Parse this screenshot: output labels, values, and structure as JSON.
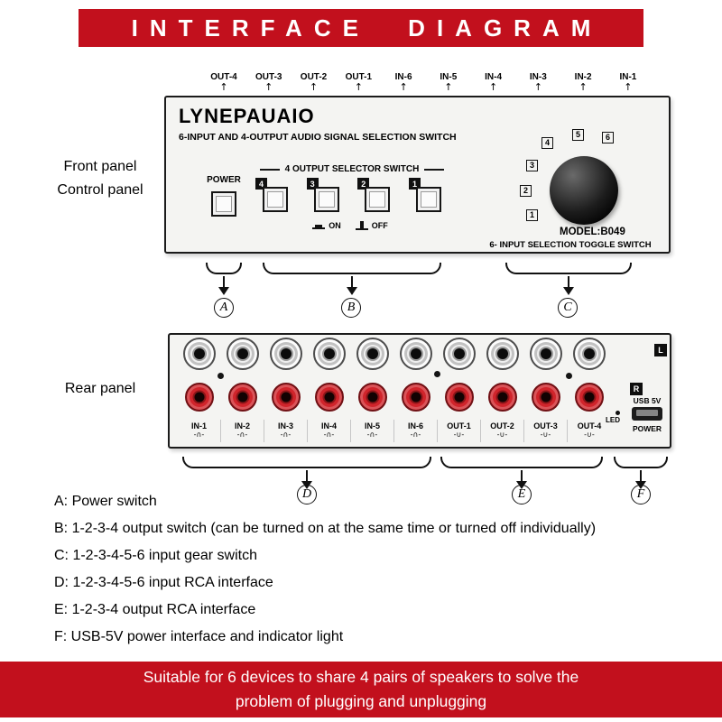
{
  "colors": {
    "banner_red": "#c2101d",
    "jack_red": "#d0242b"
  },
  "top_banner": {
    "title": "INTERFACE DIAGRAM"
  },
  "front": {
    "side_label_line1": "Front panel",
    "side_label_line2": "Control panel",
    "top_ports": [
      "OUT-4",
      "OUT-3",
      "OUT-2",
      "OUT-1",
      "IN-6",
      "IN-5",
      "IN-4",
      "IN-3",
      "IN-2",
      "IN-1"
    ],
    "port_arrow": "↑",
    "logo": "LYNEPAUAIO",
    "subtitle": "6-INPUT AND 4-OUTPUT AUDIO SIGNAL SELECTION SWITCH",
    "power_label": "POWER",
    "selector_title": "4 OUTPUT SELECTOR SWITCH",
    "selector_buttons": [
      "4",
      "3",
      "2",
      "1"
    ],
    "on_label": "ON",
    "off_label": "OFF",
    "knob_numbers": [
      "1",
      "2",
      "3",
      "4",
      "5",
      "6"
    ],
    "model_label": "MODEL:B049",
    "knob_caption": "6- INPUT SELECTION TOGGLE SWITCH"
  },
  "callouts": [
    "A",
    "B",
    "C",
    "D",
    "E",
    "F"
  ],
  "rear": {
    "side_label": "Rear panel",
    "columns": [
      {
        "label": "IN-1",
        "sym": "-∩-"
      },
      {
        "label": "IN-2",
        "sym": "-∩-"
      },
      {
        "label": "IN-3",
        "sym": "-∩-"
      },
      {
        "label": "IN-4",
        "sym": "-∩-"
      },
      {
        "label": "IN-5",
        "sym": "-∩-"
      },
      {
        "label": "IN-6",
        "sym": "-∩-"
      },
      {
        "label": "OUT-1",
        "sym": "-∪-"
      },
      {
        "label": "OUT-2",
        "sym": "-∪-"
      },
      {
        "label": "OUT-3",
        "sym": "-∪-"
      },
      {
        "label": "OUT-4",
        "sym": "-∪-"
      }
    ],
    "channel_left": "L",
    "channel_right": "R",
    "usb_label": "USB 5V",
    "led_label": "LED",
    "power_label": "POWER"
  },
  "legend": [
    "A: Power switch",
    "B: 1-2-3-4 output switch (can be turned on at the same time or turned off individually)",
    "C: 1-2-3-4-5-6 input gear switch",
    "D: 1-2-3-4-5-6 input RCA interface",
    "E: 1-2-3-4 output RCA interface",
    "F: USB-5V power interface and indicator light"
  ],
  "bottom_banner": {
    "line1": "Suitable for 6 devices to share 4 pairs of speakers to solve the",
    "line2": "problem of plugging and unplugging"
  }
}
